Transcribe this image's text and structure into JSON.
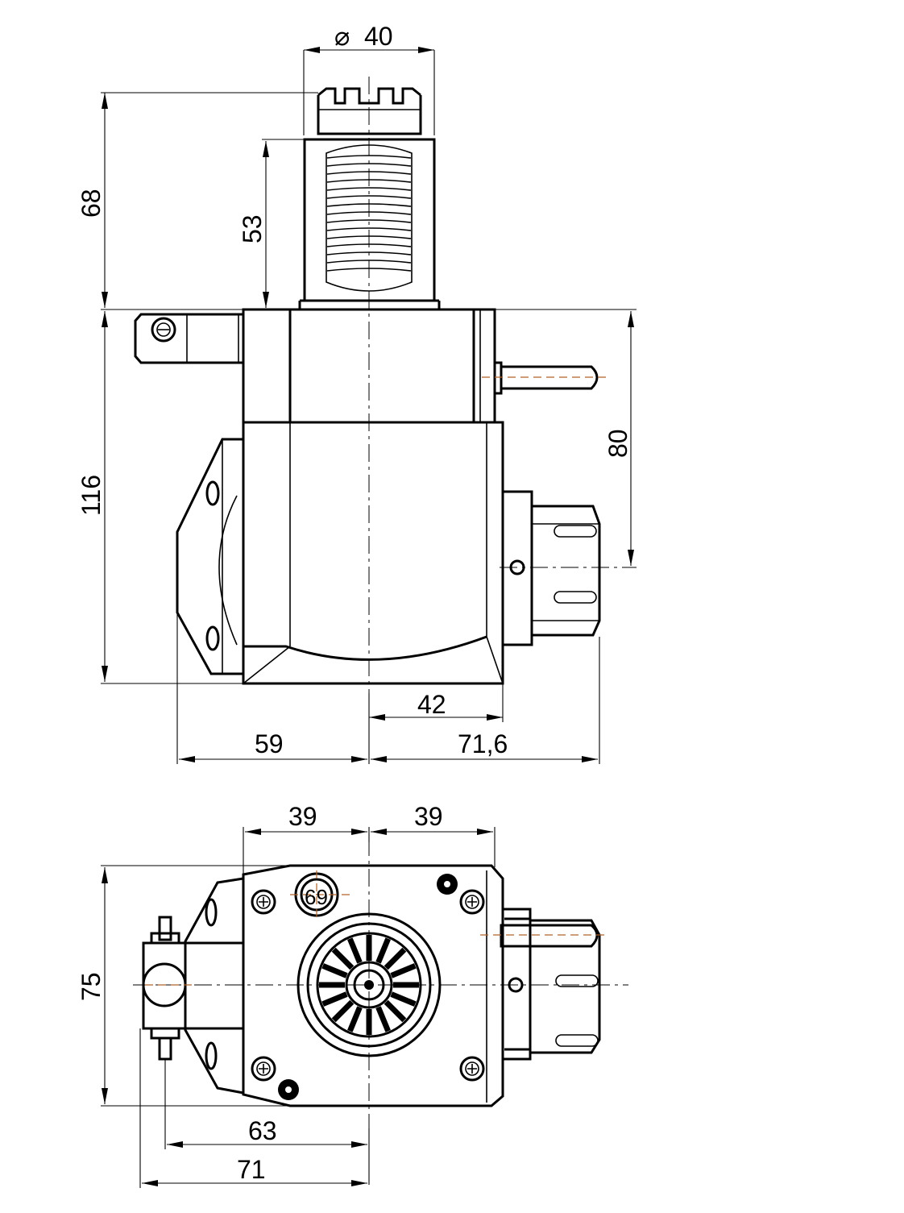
{
  "drawing": {
    "line_color": "#000000",
    "accent_color": "#b0642c",
    "dimensions": {
      "diameter_symbol": "⌀",
      "top_diameter": "40",
      "height_total_top": "68",
      "height_shank": "53",
      "height_body": "116",
      "height_side_axis": "80",
      "offset_right_face": "42",
      "width_left": "59",
      "width_right": "71,6",
      "bottom_half_left": "39",
      "bottom_half_right": "39",
      "bottom_height": "75",
      "bottom_63": "63",
      "bottom_71": "71",
      "hole_label": "69"
    }
  }
}
